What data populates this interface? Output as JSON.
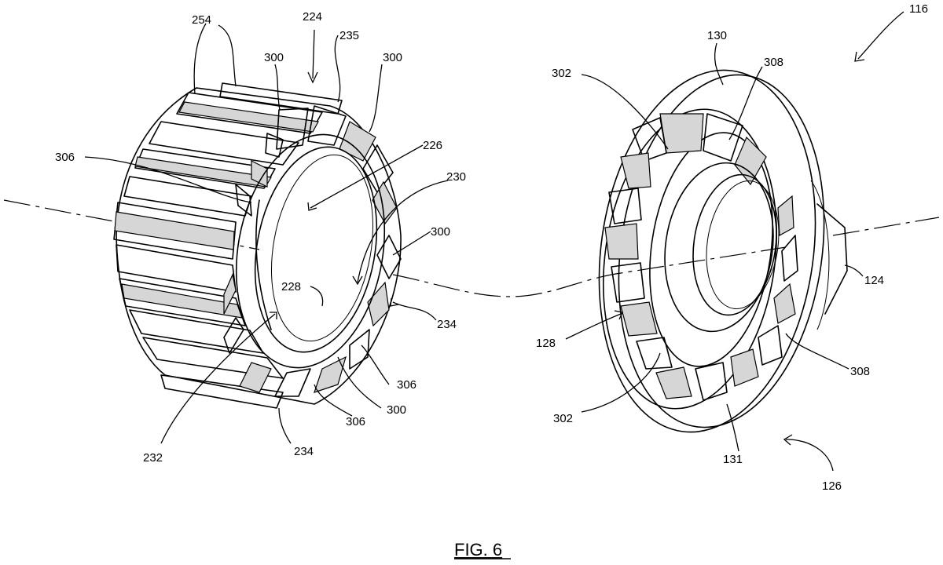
{
  "figure": {
    "caption": "FIG. 6",
    "labels": {
      "l254": "254",
      "l224": "224",
      "l235": "235",
      "l300a": "300",
      "l300b": "300",
      "l306a": "306",
      "l226": "226",
      "l230": "230",
      "l300c": "300",
      "l228": "228",
      "l234a": "234",
      "l306b": "306",
      "l300d": "300",
      "l306c": "306",
      "l232": "232",
      "l234b": "234",
      "l116": "116",
      "l130": "130",
      "l302a": "302",
      "l308a": "308",
      "l124": "124",
      "l128": "128",
      "l308b": "308",
      "l302b": "302",
      "l131": "131",
      "l126": "126"
    }
  }
}
